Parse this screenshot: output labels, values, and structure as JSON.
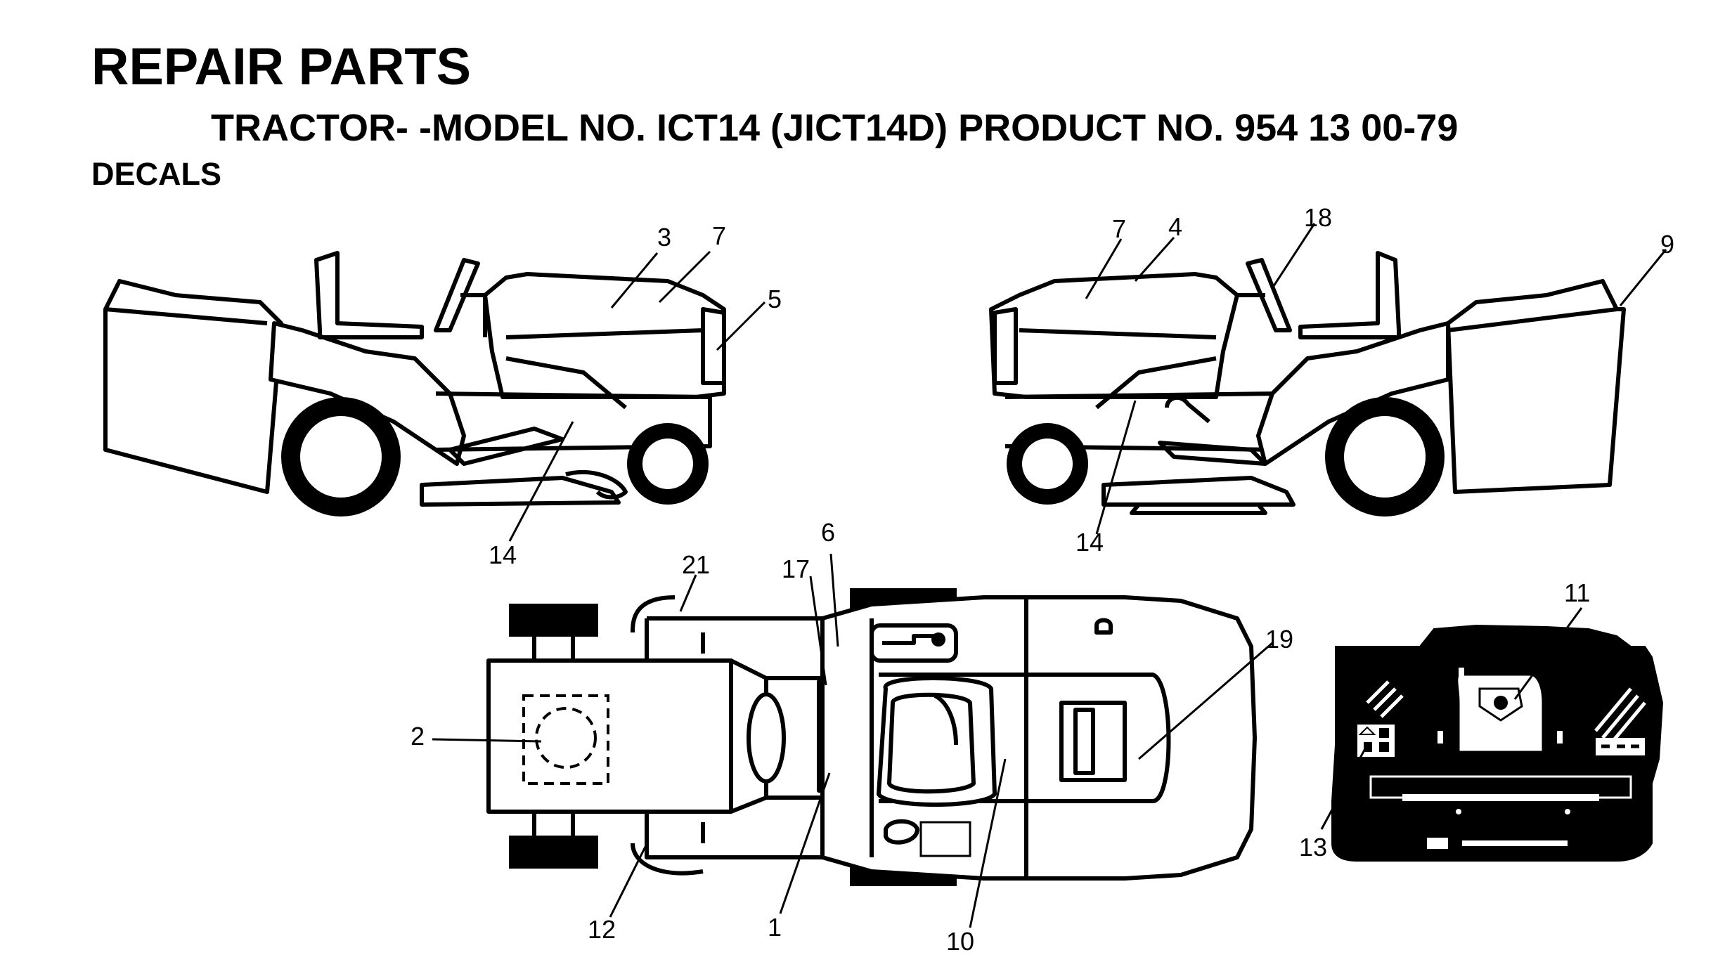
{
  "header": {
    "title": "REPAIR PARTS",
    "subtitle": "TRACTOR- -MODEL NO. ICT14 (JICT14D) PRODUCT NO. 954 13 00-79",
    "section": "DECALS"
  },
  "callouts": {
    "left_view": {
      "c3": "3",
      "c7": "7",
      "c5": "5",
      "c14": "14"
    },
    "right_view": {
      "c7": "7",
      "c4": "4",
      "c18": "18",
      "c9": "9",
      "c14": "14"
    },
    "top_view": {
      "c21": "21",
      "c17": "17",
      "c6": "6",
      "c19": "19",
      "c2": "2",
      "c12": "12",
      "c1": "1",
      "c10": "10"
    },
    "panel_view": {
      "c11": "11",
      "c13": "13"
    }
  }
}
